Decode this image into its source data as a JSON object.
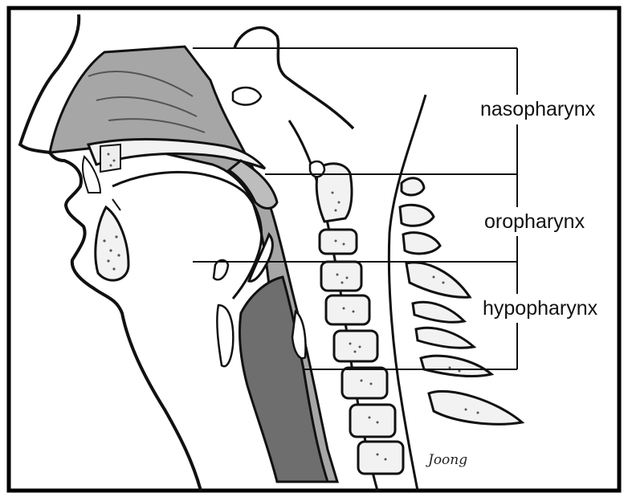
{
  "labels": {
    "nasopharynx": "nasopharynx",
    "oropharynx": "oropharynx",
    "hypopharynx": "hypopharynx"
  },
  "signature": "Joong",
  "colors": {
    "airway_fill": "#a6a6a6",
    "dark_fill": "#6e6e6e",
    "outline": "#111111",
    "frame": "#000000"
  }
}
